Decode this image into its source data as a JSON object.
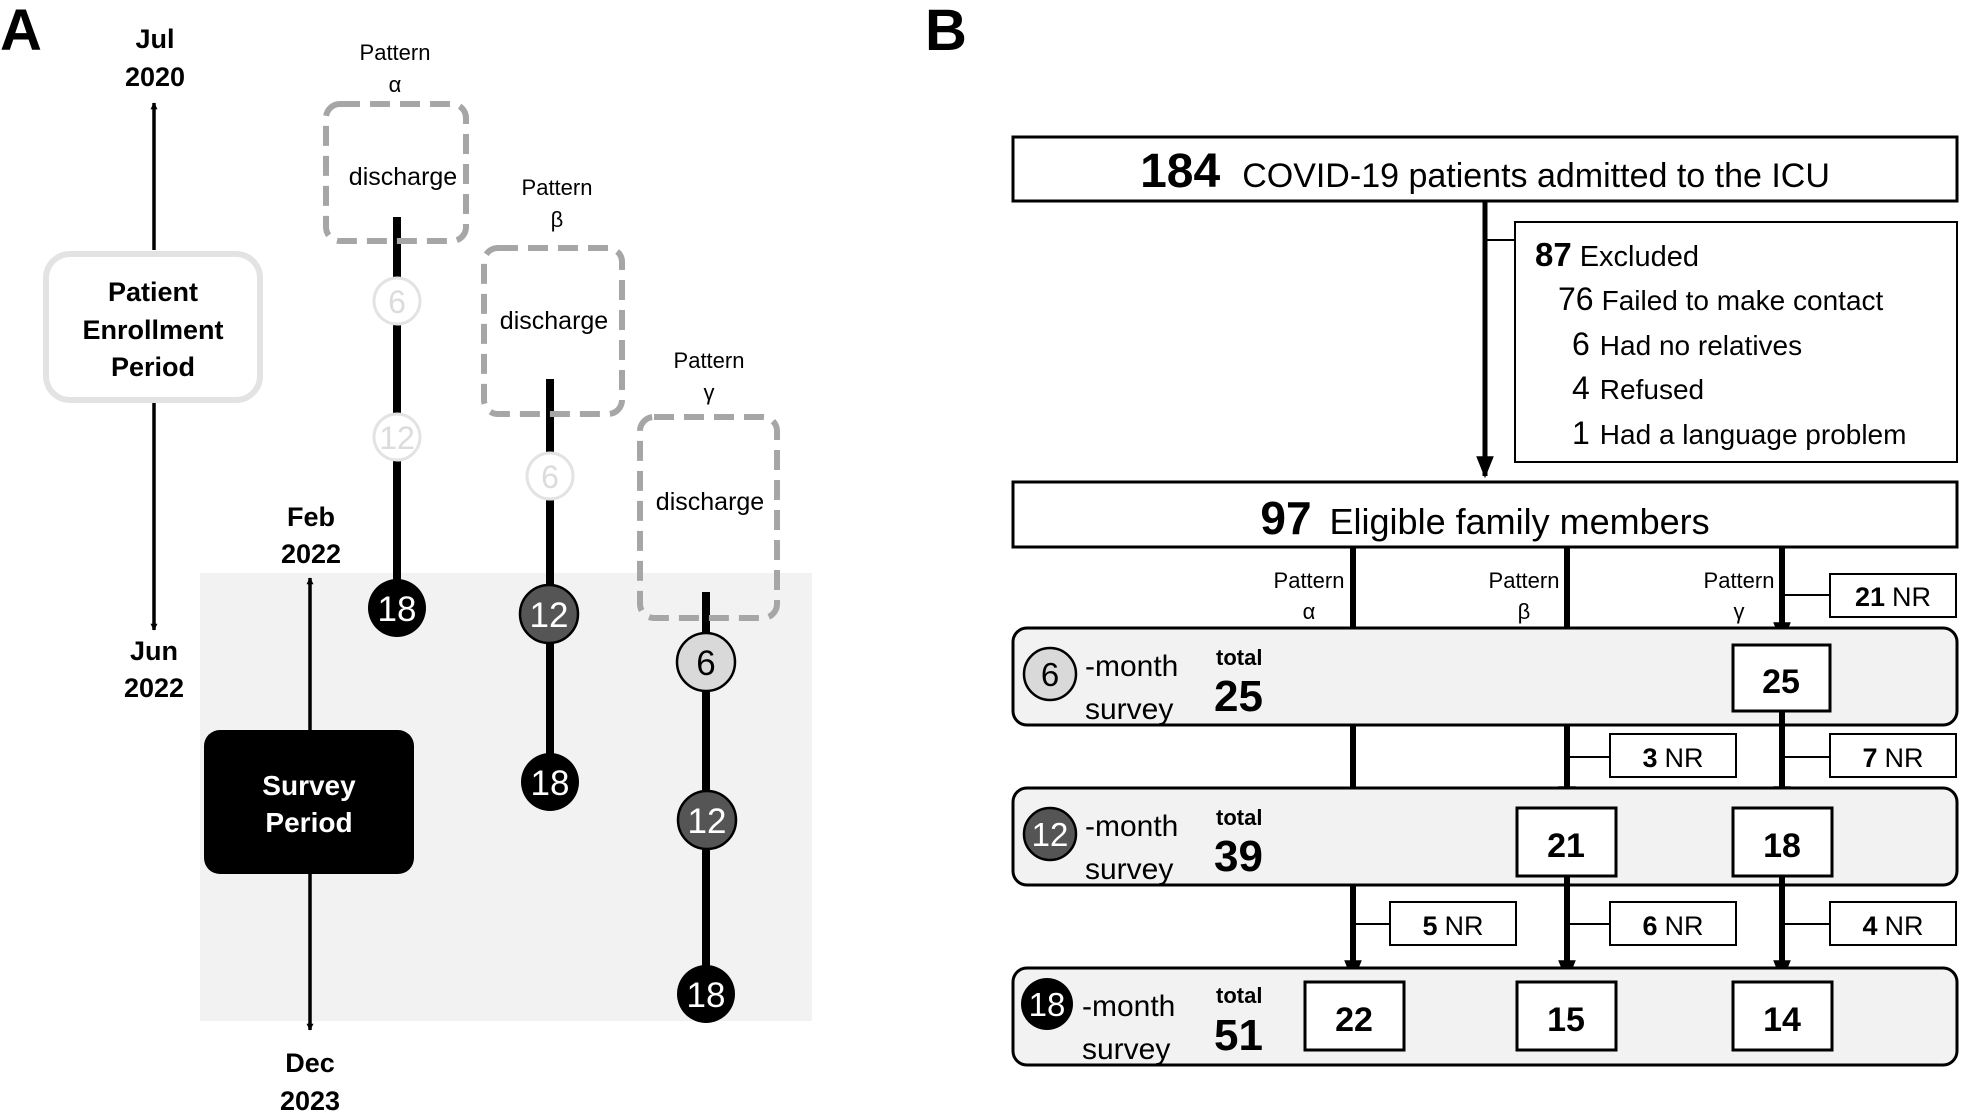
{
  "panel_a": {
    "label": "A",
    "enrollment": {
      "start_month": "Jul",
      "start_year": "2020",
      "title_lines": [
        "Patient",
        "Enrollment",
        "Period"
      ],
      "end_month": "Jun",
      "end_year": "2022"
    },
    "survey": {
      "start_month": "Feb",
      "start_year": "2022",
      "title_lines": [
        "Survey",
        "Period"
      ],
      "end_month": "Dec",
      "end_year": "2023"
    },
    "patterns": [
      {
        "word": "Pattern",
        "greek": "α",
        "discharge": "discharge",
        "m6": "6",
        "m12": "12",
        "m18": "18"
      },
      {
        "word": "Pattern",
        "greek": "β",
        "discharge": "discharge",
        "m6": "6",
        "m12": "12",
        "m18": "18"
      },
      {
        "word": "Pattern",
        "greek": "γ",
        "discharge": "discharge",
        "m6": "6",
        "m12": "12",
        "m18": "18"
      }
    ]
  },
  "panel_b": {
    "label": "B",
    "admitted": {
      "count": "184",
      "text": "COVID-19 patients admitted to the ICU"
    },
    "excluded": {
      "count": "87",
      "text": "Excluded",
      "reasons": [
        {
          "count": "76",
          "text": "Failed to make contact"
        },
        {
          "count": "6",
          "text": "Had no relatives"
        },
        {
          "count": "4",
          "text": "Refused"
        },
        {
          "count": "1",
          "text": "Had a language problem"
        }
      ]
    },
    "eligible": {
      "count": "97",
      "text": "Eligible family members"
    },
    "pattern_labels": [
      {
        "word": "Pattern",
        "greek": "α"
      },
      {
        "word": "Pattern",
        "greek": "β"
      },
      {
        "word": "Pattern",
        "greek": "γ"
      }
    ],
    "surveys": [
      {
        "month": "6",
        "suffix": "-month",
        "word": "survey",
        "total_label": "total",
        "total": "25",
        "boxes": [
          "",
          "",
          "25"
        ]
      },
      {
        "month": "12",
        "suffix": "-month",
        "word": "survey",
        "total_label": "total",
        "total": "39",
        "boxes": [
          "",
          "21",
          "18"
        ]
      },
      {
        "month": "18",
        "suffix": "-month",
        "word": "survey",
        "total_label": "total",
        "total": "51",
        "boxes": [
          "22",
          "15",
          "14"
        ]
      }
    ],
    "nr": {
      "gamma_initial": {
        "count": "21",
        "unit": "NR"
      },
      "beta_6_12": {
        "count": "3",
        "unit": "NR"
      },
      "gamma_6_12": {
        "count": "7",
        "unit": "NR"
      },
      "alpha_12_18": {
        "count": "5",
        "unit": "NR"
      },
      "beta_12_18": {
        "count": "6",
        "unit": "NR"
      },
      "gamma_12_18": {
        "count": "4",
        "unit": "NR"
      }
    }
  }
}
